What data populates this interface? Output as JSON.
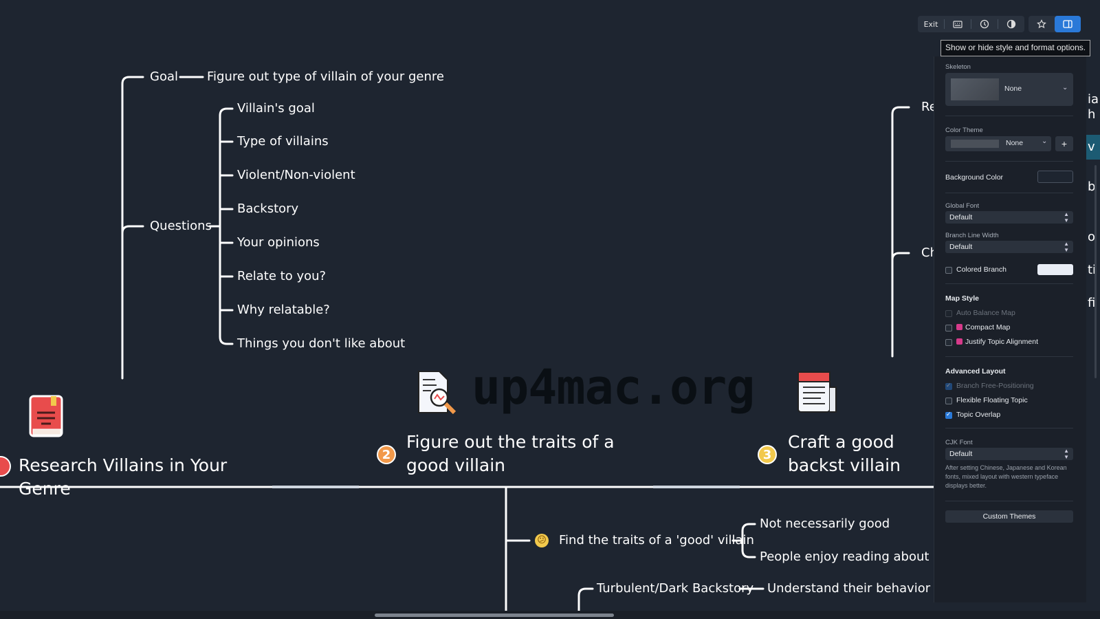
{
  "toolbar": {
    "exit_label": "Exit",
    "tooltip": "Show or hide style and format options."
  },
  "watermark": "up4mac.org",
  "map": {
    "goal": {
      "label": "Goal",
      "child": "Figure out type of villain of your genre"
    },
    "questions": {
      "label": "Questions",
      "items": [
        "Villain's goal",
        "Type of villains",
        "Violent/Non-violent",
        "Backstory",
        "Your opinions",
        "Relate to you?",
        "Why relatable?",
        "Things you don't like about"
      ]
    },
    "main_topics": [
      {
        "number": "",
        "title": "Research Villains in Your Genre"
      },
      {
        "number": "2",
        "title": "Figure out the traits of a good villain"
      },
      {
        "number": "3",
        "title": "Craft a good backst villain"
      }
    ],
    "right_branch_clipped": [
      "Re",
      "Ch"
    ],
    "edge_clipped": [
      "ia",
      "h",
      "v",
      "b",
      "o",
      "ti",
      "fi"
    ],
    "traits": {
      "label": "Find the traits of a 'good' villain",
      "emoji": "😕",
      "items": [
        "Not necessarily good",
        "People enjoy reading about"
      ]
    },
    "backstory": {
      "label": "Turbulent/Dark Backstory",
      "child": "Understand their behavior"
    }
  },
  "panel": {
    "skeleton": {
      "label": "Skeleton",
      "value": "None"
    },
    "color_theme": {
      "label": "Color Theme",
      "value": "None",
      "add": "+"
    },
    "background_color": {
      "label": "Background Color",
      "color": "#1e2530"
    },
    "global_font": {
      "label": "Global Font",
      "value": "Default"
    },
    "branch_line_width": {
      "label": "Branch Line Width",
      "value": "Default"
    },
    "colored_branch": {
      "label": "Colored Branch",
      "checked": false
    },
    "map_style": {
      "heading": "Map Style",
      "auto_balance": "Auto Balance Map",
      "compact": "Compact Map",
      "justify": "Justify Topic Alignment"
    },
    "advanced_layout": {
      "heading": "Advanced Layout",
      "free_positioning": "Branch Free-Positioning",
      "flexible": "Flexible Floating Topic",
      "overlap": "Topic Overlap"
    },
    "cjk_font": {
      "label": "CJK Font",
      "value": "Default",
      "note": "After setting Chinese, Japanese and Korean fonts, mixed layout with western typeface displays better."
    },
    "custom_themes": "Custom Themes"
  },
  "colors": {
    "background": "#1e2530",
    "accent": "#2a79d8",
    "badge_orange": "#f2994a",
    "badge_yellow": "#f2c94c",
    "red": "#e84c4c"
  }
}
